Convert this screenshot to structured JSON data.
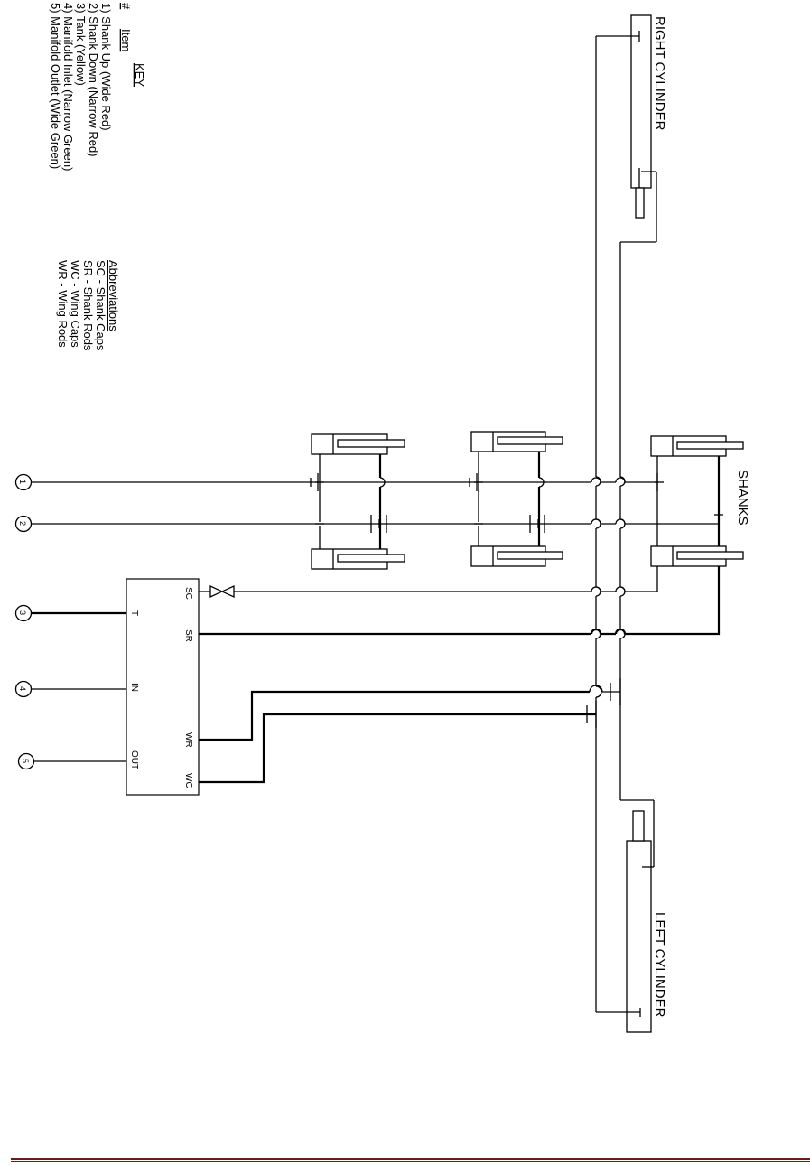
{
  "key": {
    "title": "KEY",
    "num_header": "#",
    "item_header": "Item",
    "items": [
      "1) Shank Up (Wide Red)",
      "2) Shank Down (Narrow Red)",
      "3) Tank (Yellow)",
      "4) Manifold Inlet (Narrow Green)",
      "5) Manifold Outlet (Wide Green)"
    ]
  },
  "abbreviations": {
    "title": "Abbreviations",
    "items": [
      "SC - Shank Caps",
      "SR - Shank Rods",
      "WC - Wing Caps",
      "WR - Wing Rods"
    ]
  },
  "labels": {
    "right_cylinder": "RIGHT CYLINDER",
    "left_cylinder": "LEFT CYLINDER",
    "shanks": "SHANKS"
  },
  "manifold": {
    "ports": {
      "sc": "SC",
      "sr": "SR",
      "wr": "WR",
      "wc": "WC",
      "t": "T",
      "in": "IN",
      "out": "OUT"
    }
  },
  "circles": [
    "1",
    "2",
    "3",
    "4",
    "5"
  ],
  "colors": {
    "footer_rule": "#6b1a1a"
  }
}
